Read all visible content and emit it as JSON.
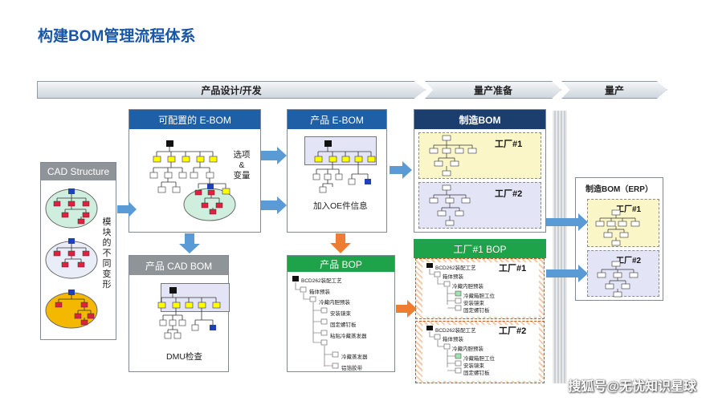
{
  "title": "构建BOM管理流程体系",
  "phases": [
    "产品设计/开发",
    "量产准备",
    "量产"
  ],
  "panels": {
    "cad_structure": {
      "header": "CAD Structure",
      "vertical_label": "模块的不同变形"
    },
    "configurable_ebom": {
      "header": "可配置的 E-BOM",
      "note": "选项\n&\n变量"
    },
    "product_ebom": {
      "header": "产品 E-BOM",
      "note": "加入OE件信息"
    },
    "product_cad_bom": {
      "header": "产品 CAD BOM",
      "note": "DMU检查"
    },
    "product_bop": {
      "header": "产品 BOP",
      "tree": [
        "BCD262装配工艺",
        "箱体预装",
        "冷藏内胆预装",
        "安装镜束",
        "固定螺钉板",
        "粘贴冷藏蒸发器",
        "冷藏蒸发器",
        "铝箔胶带"
      ]
    },
    "manufacturing_bom": {
      "header": "制造BOM",
      "factories": [
        "工厂#1",
        "工厂#2"
      ]
    },
    "factory1_bop": {
      "header": "工厂#1 BOP",
      "factories": [
        "工厂#1",
        "工厂#2"
      ],
      "tree": [
        "BCD262装配工艺",
        "箱体预装",
        "冷藏内胆预装",
        "冷藏箱胆工位",
        "安装镜束",
        "固定螺钉板"
      ]
    },
    "manufacturing_bom_erp": {
      "header": "制造BOM（ERP）",
      "factories": [
        "工厂#1",
        "工厂#2"
      ]
    }
  },
  "colors": {
    "title": "#1a56a8",
    "header_blue": "#1f5fa6",
    "header_green": "#1ea34a",
    "arrow_blue": "#5b9bd5",
    "arrow_orange": "#ed7d31",
    "node_yellow": "#ffff00",
    "node_red": "#e0203c",
    "node_black": "#111111",
    "node_blue": "#1f3fbf"
  },
  "watermark": "搜狐号@无忧知识星球"
}
